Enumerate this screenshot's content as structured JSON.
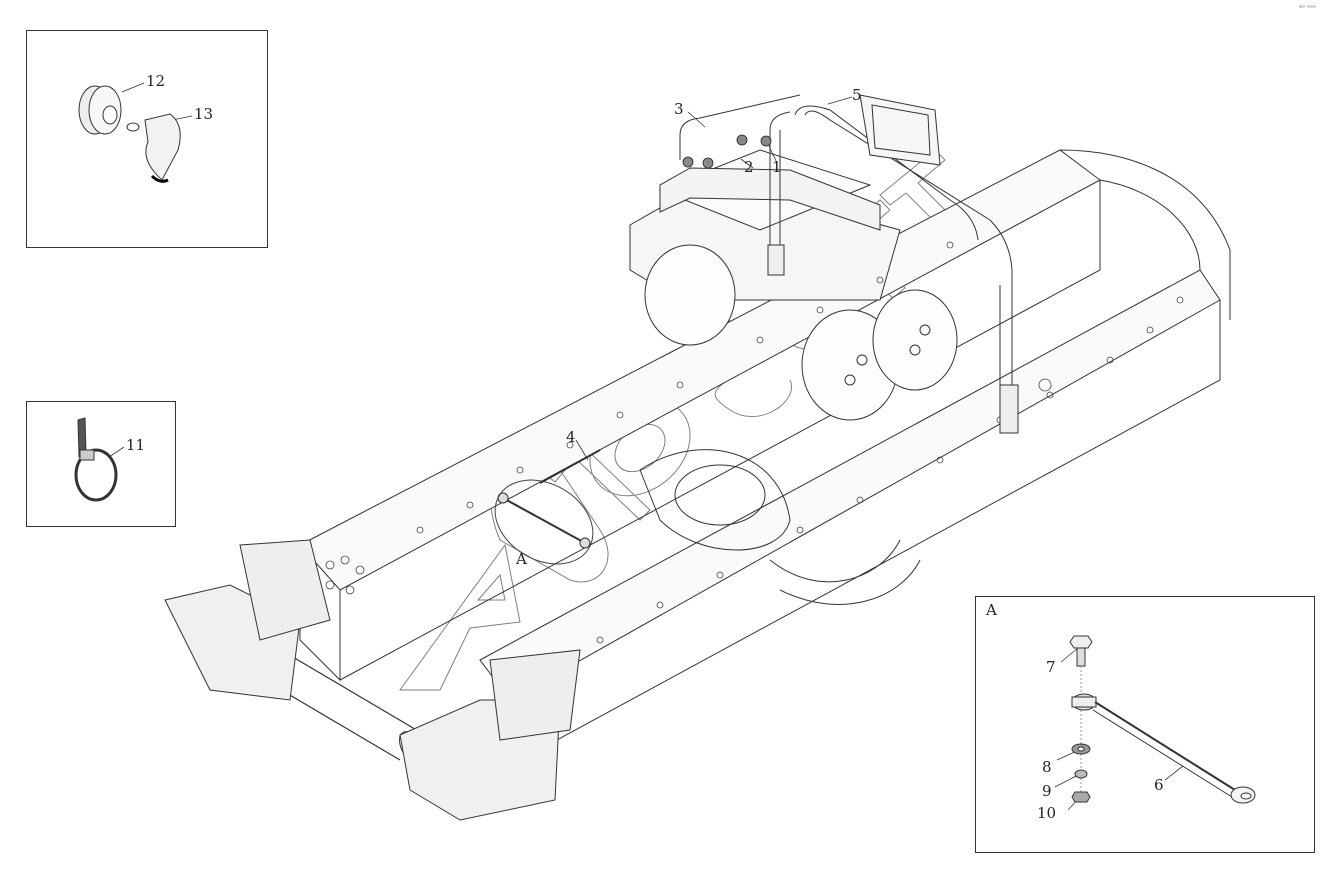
{
  "diagram": {
    "callouts": {
      "c1": "1",
      "c2": "2",
      "c3": "3",
      "c4": "4",
      "c5": "5",
      "c6": "6",
      "c7": "7",
      "c8": "8",
      "c9": "9",
      "c10": "10",
      "c11": "11",
      "c12": "12",
      "c13": "13"
    },
    "detail_ref_main": "A",
    "detail_ref_inset": "A",
    "watermark": "AUTOSOFT",
    "corner_mark": "ᵒᵒ ᵒᵒᵒ"
  }
}
